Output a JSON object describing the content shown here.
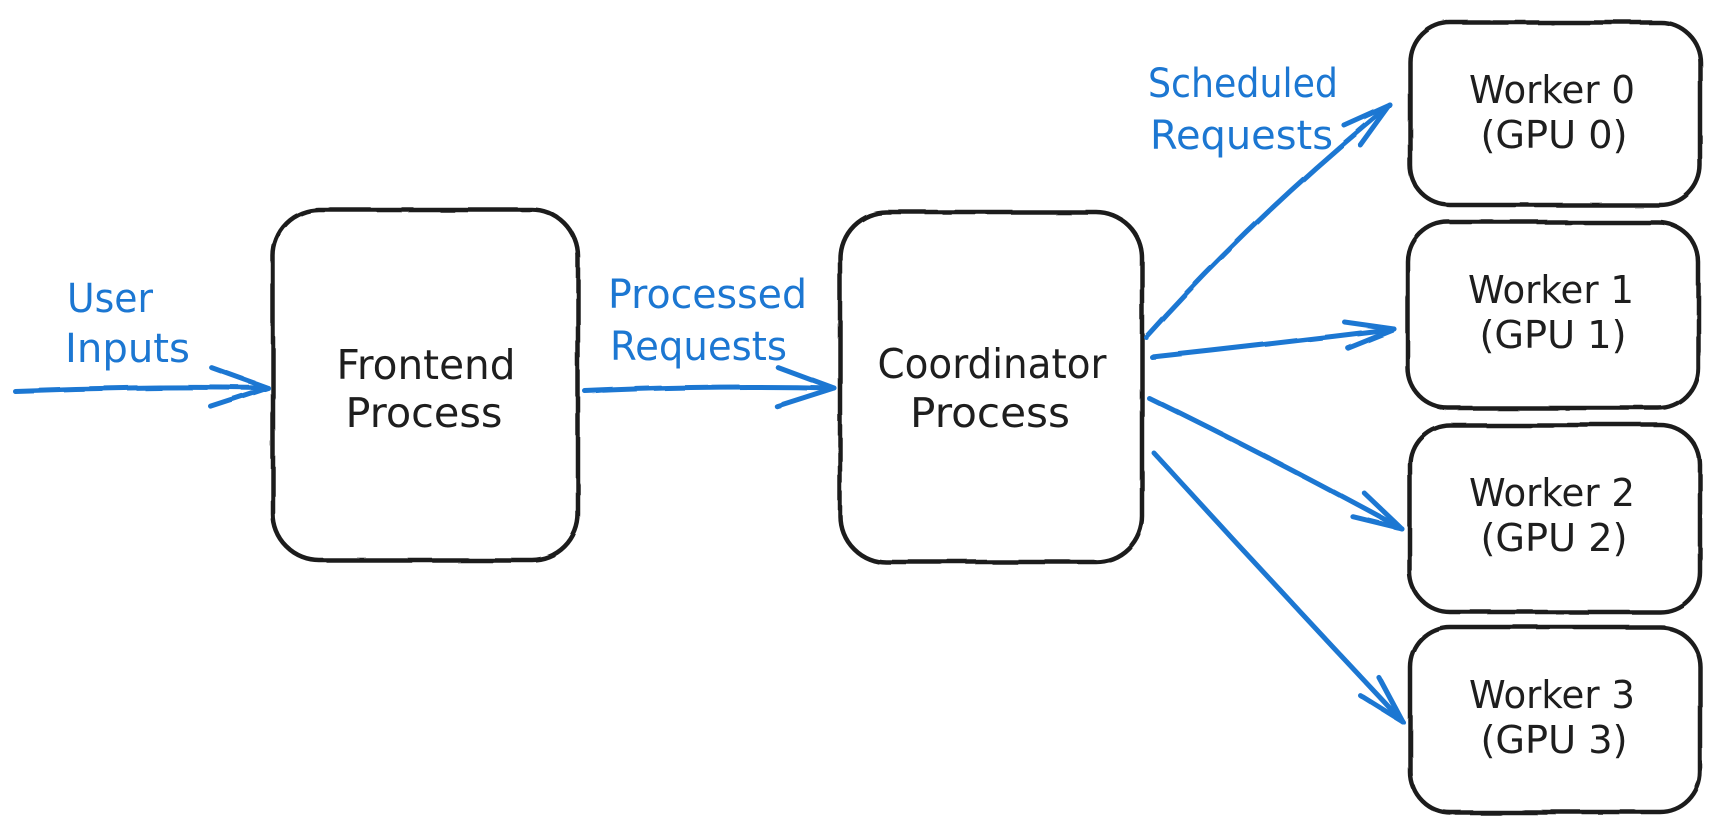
{
  "diagram": {
    "nodes": [
      {
        "id": "frontend-process",
        "lines": [
          "Frontend",
          "Process"
        ]
      },
      {
        "id": "coordinator-process",
        "lines": [
          "Coordinator",
          "Process"
        ]
      },
      {
        "id": "worker-0",
        "lines": [
          "Worker 0",
          "(GPU 0)"
        ]
      },
      {
        "id": "worker-1",
        "lines": [
          "Worker 1",
          "(GPU 1)"
        ]
      },
      {
        "id": "worker-2",
        "lines": [
          "Worker 2",
          "(GPU 2)"
        ]
      },
      {
        "id": "worker-3",
        "lines": [
          "Worker 3",
          "(GPU 3)"
        ]
      }
    ],
    "edge_labels": [
      {
        "id": "user-inputs",
        "lines": [
          "User",
          "Inputs"
        ]
      },
      {
        "id": "processed-requests",
        "lines": [
          "Processed",
          "Requests"
        ]
      },
      {
        "id": "scheduled-requests",
        "lines": [
          "Scheduled",
          "Requests"
        ]
      }
    ],
    "colors": {
      "ink": "#1e1e1e",
      "accent": "#1c77d2",
      "background": "#ffffff"
    }
  }
}
